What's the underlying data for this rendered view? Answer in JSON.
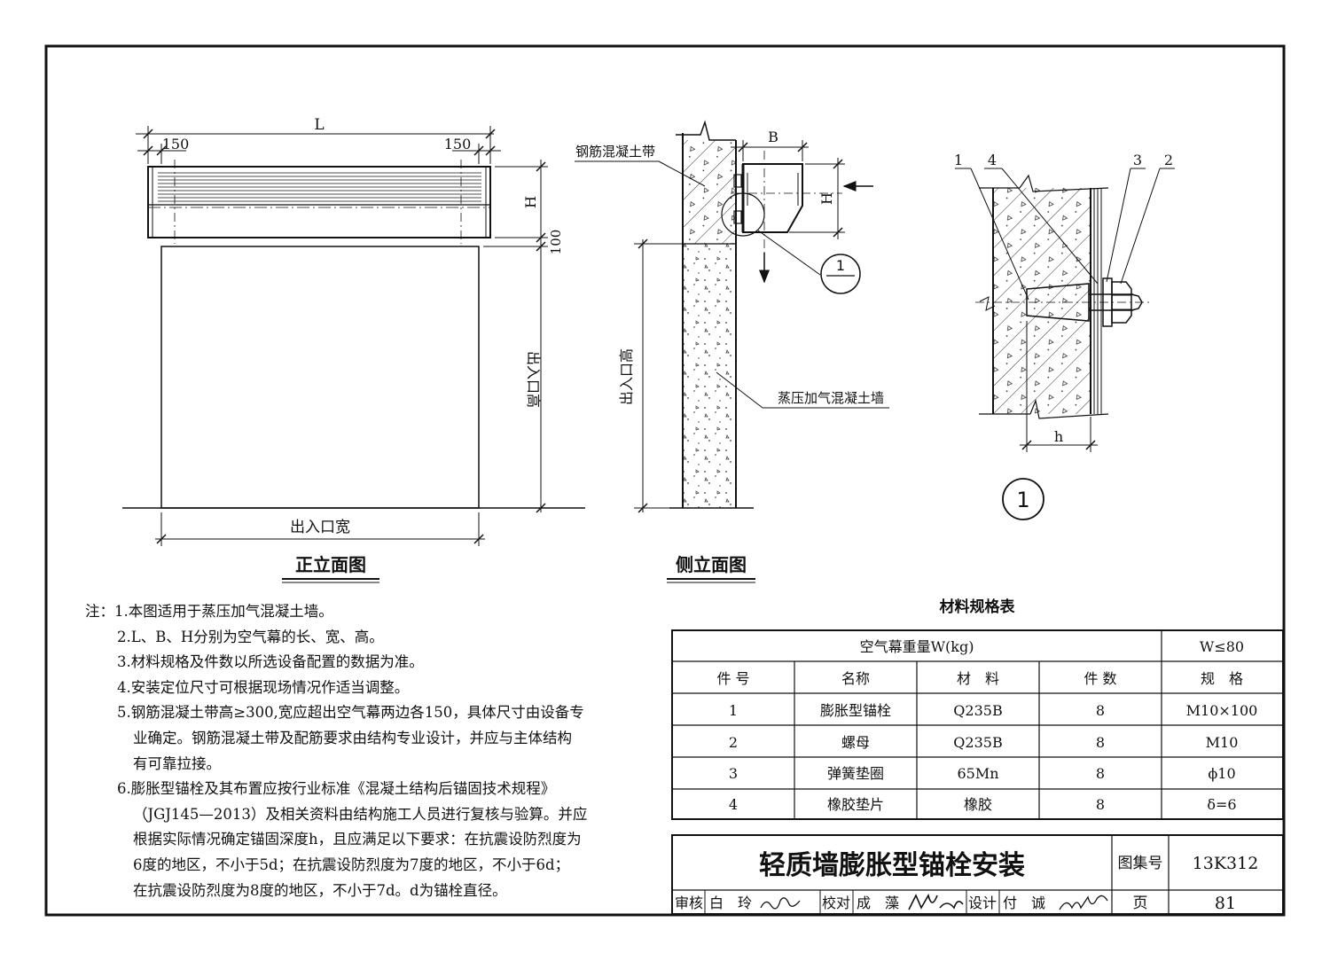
{
  "front_view": {
    "title": "正立面图",
    "dim_L": "L",
    "dim_left_150": "150",
    "dim_right_150": "150",
    "dim_H": "H",
    "dim_100": "100",
    "dim_height": "出入口高",
    "dim_width": "出入口宽"
  },
  "side_view": {
    "title": "侧立面图",
    "label_rc_band": "钢筋混凝土带",
    "label_aac_wall": "蒸压加气混凝土墙",
    "dim_B": "B",
    "dim_H": "H",
    "dim_height": "出入口高",
    "callout_number": "1"
  },
  "detail": {
    "labels": [
      "1",
      "4",
      "3",
      "2"
    ],
    "dim_h": "h",
    "detail_number": "1"
  },
  "notes": {
    "prefix": "注：",
    "lines": [
      "1.本图适用于蒸压加气混凝土墙。",
      "2.L、B、H分别为空气幕的长、宽、高。",
      "3.材料规格及件数以所选设备配置的数据为准。",
      "4.安装定位尺寸可根据现场情况作适当调整。",
      "5.钢筋混凝土带高≥300,宽应超出空气幕两边各150，具体尺寸由设备专",
      "业确定。钢筋混凝土带及配筋要求由结构专业设计，并应与主体结构",
      "有可靠拉接。",
      "6.膨胀型锚栓及其布置应按行业标准《混凝土结构后锚固技术规程》",
      "（JGJ145—2013）及相关资料由结构施工人员进行复核与验算。并应",
      "根据实际情况确定锚固深度h，且应满足以下要求：在抗震设防烈度为",
      "6度的地区，不小于5d；在抗震设防烈度为7度的地区，不小于6d；",
      "在抗震设防烈度为8度的地区，不小于7d。d为锚栓直径。"
    ]
  },
  "material_table": {
    "title": "材料规格表",
    "weight_label": "空气幕重量W(kg)",
    "weight_value": "W≤80",
    "headers": [
      "件 号",
      "名称",
      "材　料",
      "件 数",
      "规　格"
    ],
    "rows": [
      [
        "1",
        "膨胀型锚栓",
        "Q235B",
        "8",
        "M10×100"
      ],
      [
        "2",
        "螺母",
        "Q235B",
        "8",
        "M10"
      ],
      [
        "3",
        "弹簧垫圈",
        "65Mn",
        "8",
        "ϕ10"
      ],
      [
        "4",
        "橡胶垫片",
        "橡胶",
        "8",
        "δ=6"
      ]
    ]
  },
  "title_block": {
    "title": "轻质墙膨胀型锚栓安装",
    "atlas_label": "图集号",
    "atlas_value": "13K312",
    "review_label": "审核",
    "review_name": "白　玲",
    "check_label": "校对",
    "check_name": "成　藻",
    "design_label": "设计",
    "design_name": "付　诚",
    "page_label": "页",
    "page_value": "81"
  }
}
